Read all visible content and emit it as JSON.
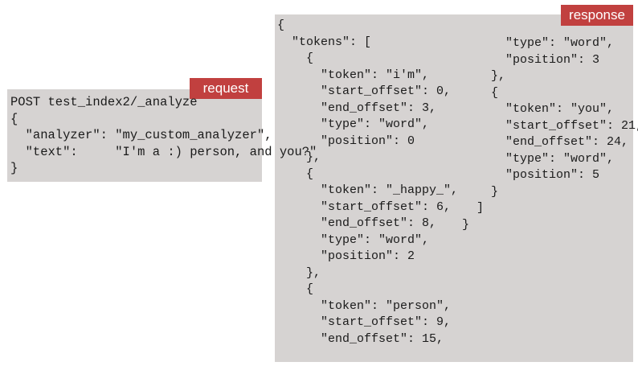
{
  "request": {
    "tag": "request",
    "code": "POST test_index2/_analyze\n{\n  \"analyzer\": \"my_custom_analyzer\",\n  \"text\":     \"I'm a :) person, and you?\"\n}"
  },
  "response": {
    "tag": "response",
    "code_left": "{\n  \"tokens\": [\n    {\n      \"token\": \"i'm\",\n      \"start_offset\": 0,\n      \"end_offset\": 3,\n      \"type\": \"word\",\n      \"position\": 0\n    },\n    {\n      \"token\": \"_happy_\",\n      \"start_offset\": 6,\n      \"end_offset\": 8,\n      \"type\": \"word\",\n      \"position\": 2\n    },\n    {\n      \"token\": \"person\",\n      \"start_offset\": 9,\n      \"end_offset\": 15,",
    "code_right": "      \"type\": \"word\",\n      \"position\": 3\n    },\n    {\n      \"token\": \"you\",\n      \"start_offset\": 21,\n      \"end_offset\": 24,\n      \"type\": \"word\",\n      \"position\": 5\n    }\n  ]\n}"
  },
  "colors": {
    "panel": "#d6d3d2",
    "tag": "#c1403f"
  }
}
